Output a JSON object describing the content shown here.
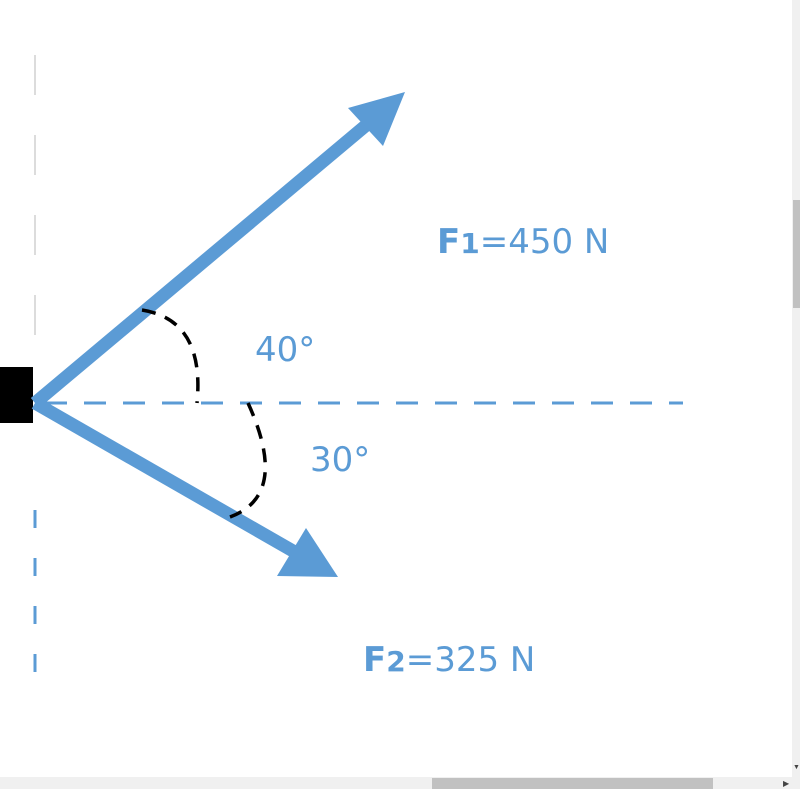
{
  "diagram": {
    "force1": {
      "symbol": "F",
      "subscript": "1",
      "value": "=450 N"
    },
    "force2": {
      "symbol": "F",
      "subscript": "2",
      "value": "=325 N"
    },
    "angle1": "40°",
    "angle2": "30°",
    "colors": {
      "arrow": "#5b9bd5",
      "arc": "#000000"
    }
  }
}
